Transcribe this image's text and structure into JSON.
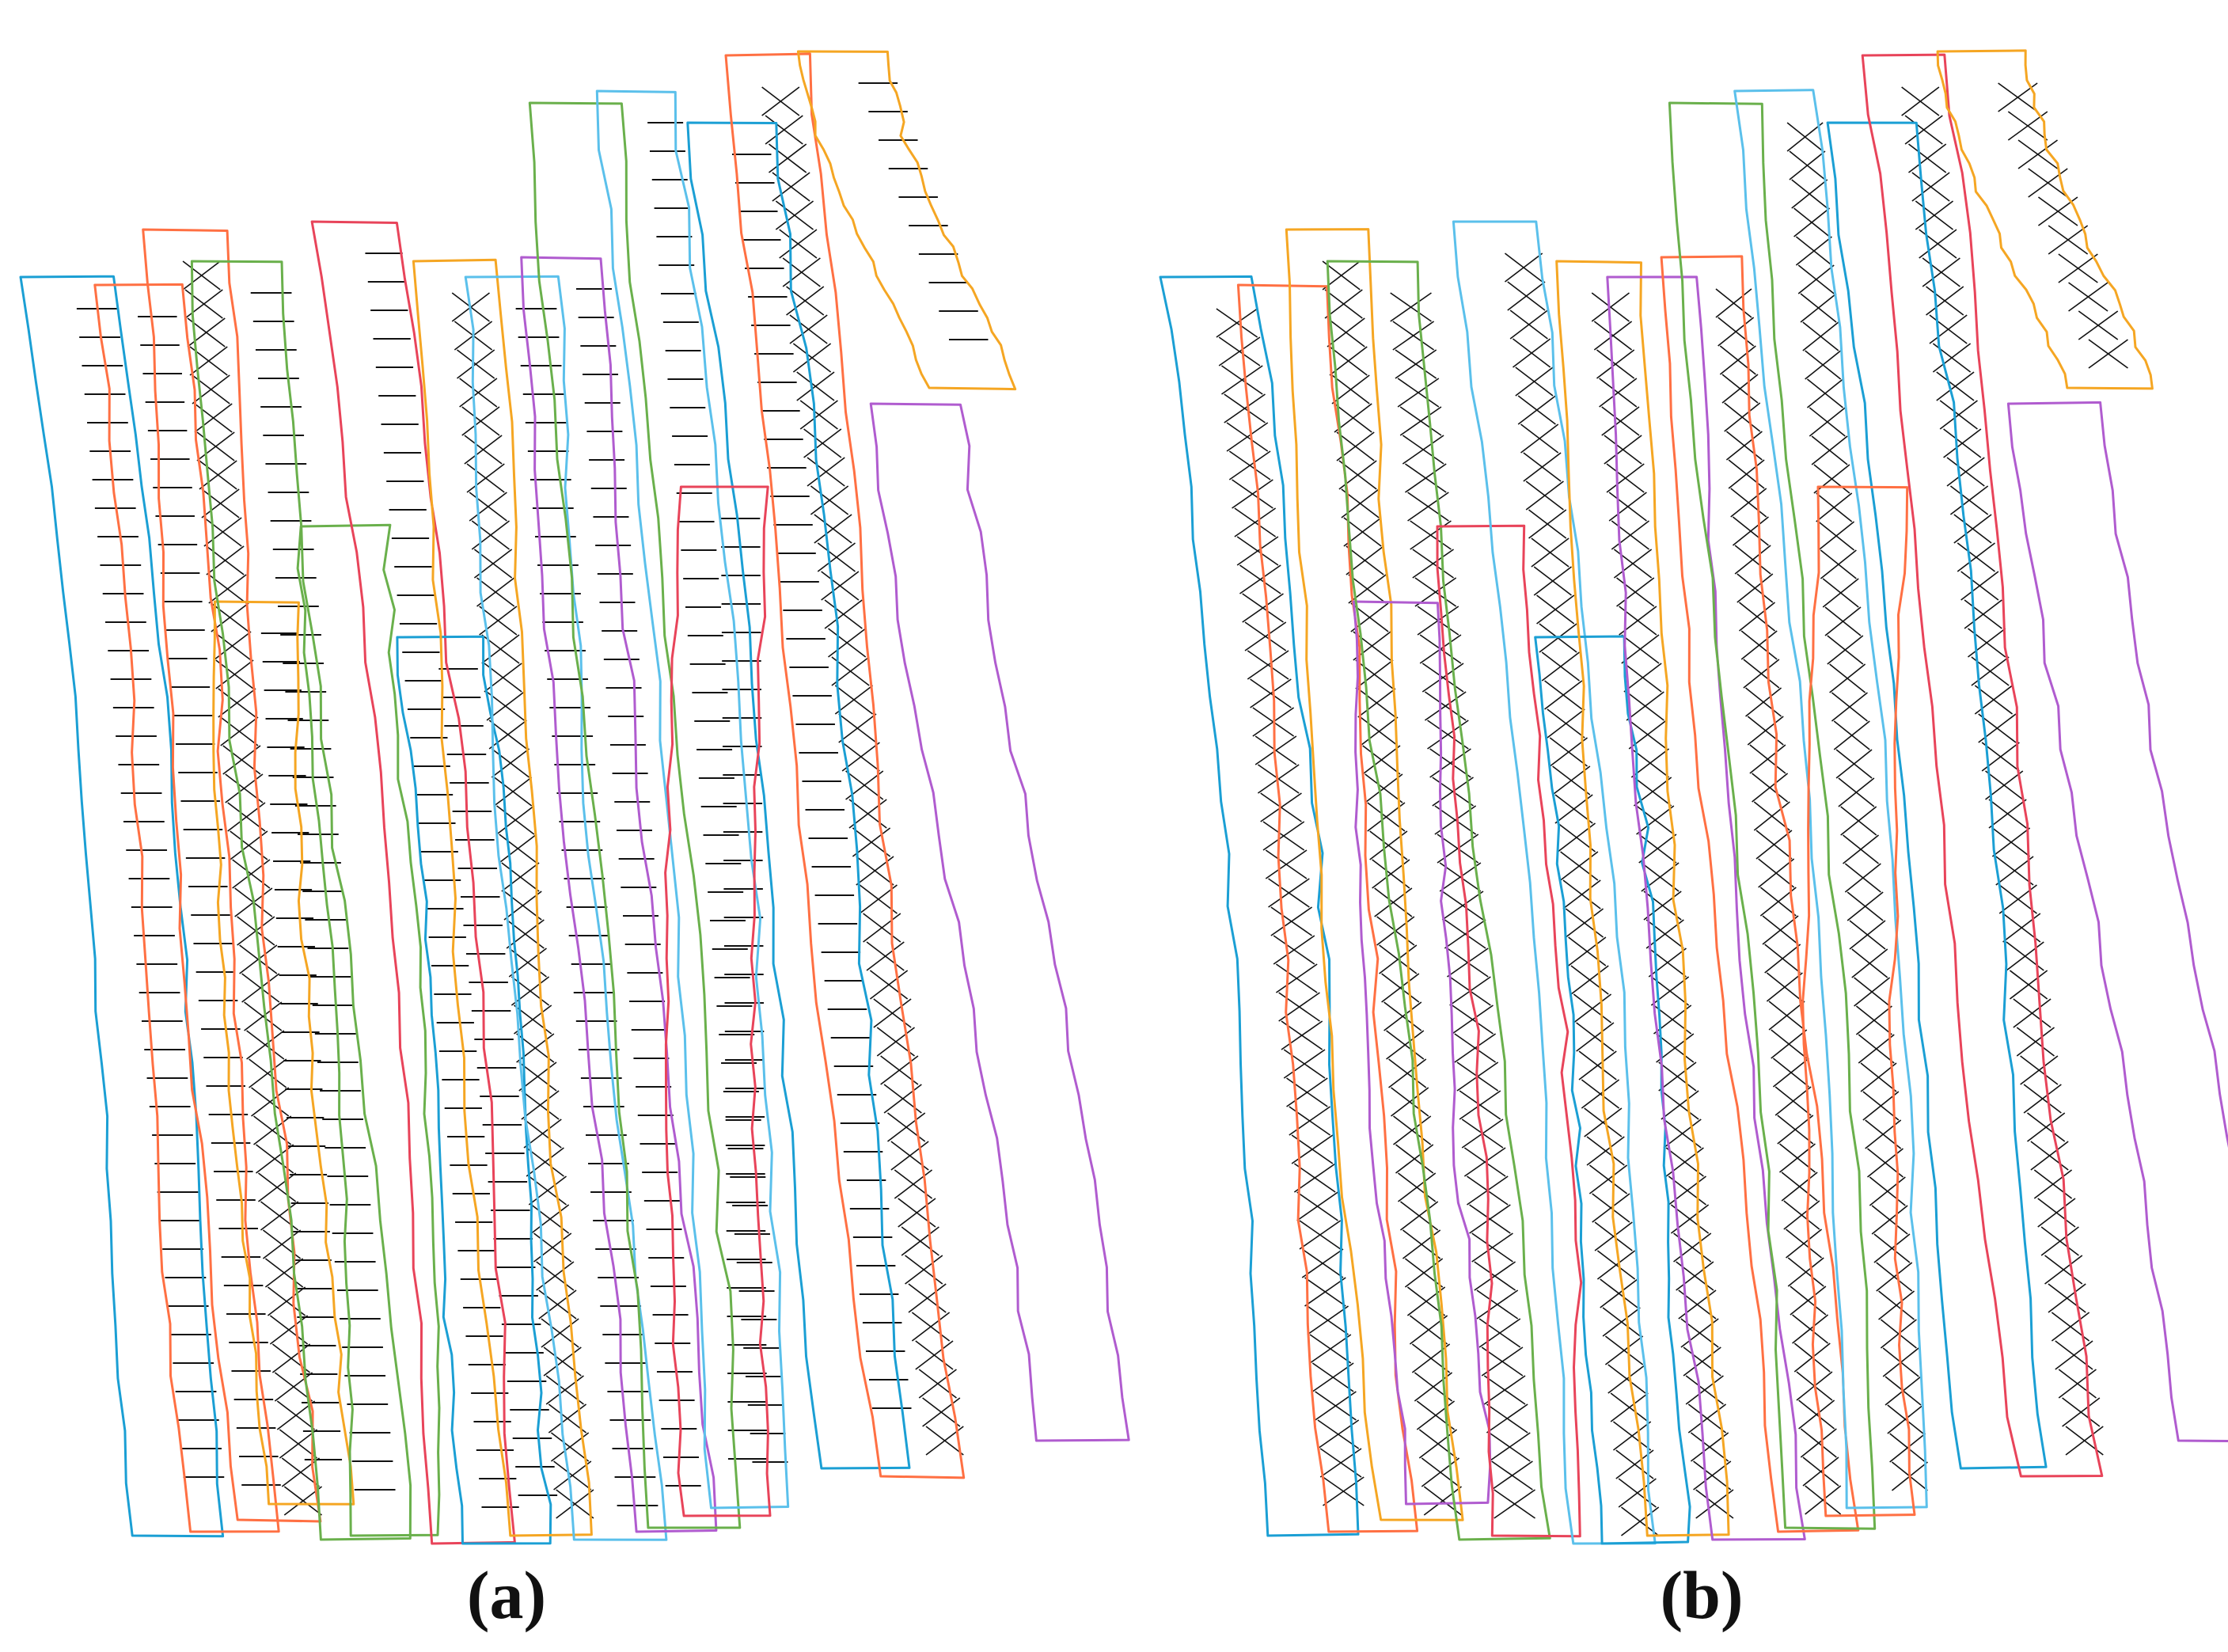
{
  "panels": [
    {
      "id": "a",
      "caption": "(a)",
      "hatch": "horizontal-lines",
      "strip_colors": [
        "#1b9fd4",
        "#ff7043",
        "#ff7043",
        "#f5a623",
        "#6ab04c",
        "#6ab04c",
        "#e8445a",
        "#1b9fd4",
        "#f5a623",
        "#5bc0eb",
        "#b05ccf",
        "#6ab04c",
        "#5bc0eb",
        "#1b9fd4",
        "#ff7043",
        "#e8445a",
        "#f5a623",
        "#b05ccf"
      ]
    },
    {
      "id": "b",
      "caption": "(b)",
      "hatch": "cross",
      "strip_colors": [
        "#1b9fd4",
        "#ff7043",
        "#f5a623",
        "#b05ccf",
        "#6ab04c",
        "#e8445a",
        "#5bc0eb",
        "#1b9fd4",
        "#f5a623",
        "#b05ccf",
        "#ff7043",
        "#6ab04c",
        "#5bc0eb",
        "#1b9fd4",
        "#e8445a",
        "#ff7043",
        "#f5a623",
        "#b05ccf"
      ]
    }
  ]
}
